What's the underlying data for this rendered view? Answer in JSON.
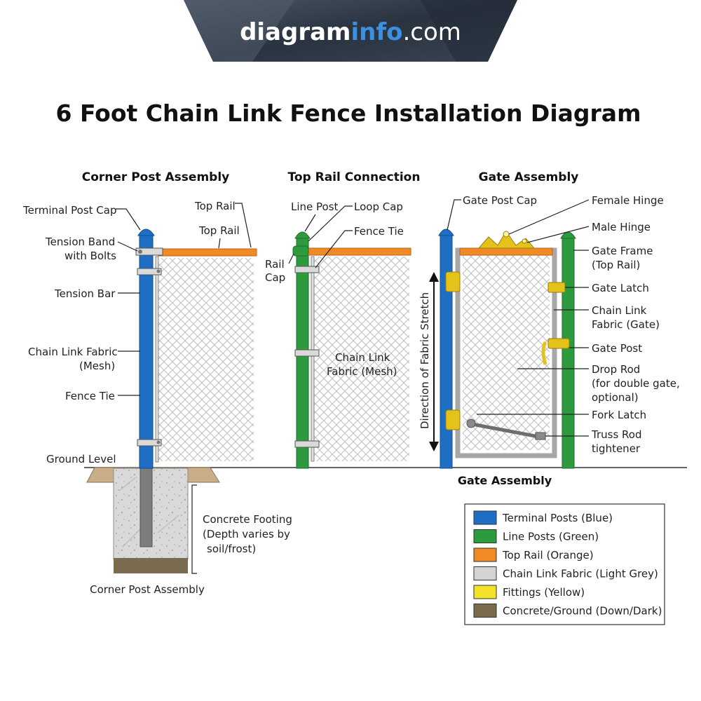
{
  "brand": {
    "part1": "diagram",
    "part2": "info",
    "part3": ".com"
  },
  "title": "6 Foot Chain Link Fence Installation Diagram",
  "sections": {
    "corner": "Corner Post Assembly",
    "toprail": "Top Rail Connection",
    "gate": "Gate Assembly"
  },
  "corner_labels": {
    "terminal_post_cap": "Terminal Post Cap",
    "tension_band_1": "Tension Band",
    "tension_band_2": "with Bolts",
    "tension_bar": "Tension Bar",
    "fabric_1": "Chain Link Fabric",
    "fabric_2": "(Mesh)",
    "fence_tie": "Fence Tie",
    "ground_level": "Ground Level",
    "top_rail_a": "Top Rail",
    "top_rail_b": "Top Rail",
    "concrete_1": "Concrete Footing",
    "concrete_2": "(Depth varies by",
    "concrete_3": "soil/frost)",
    "caption": "Corner Post Assembly"
  },
  "toprail_labels": {
    "line_post": "Line Post",
    "loop_cap": "Loop Cap",
    "fence_tie": "Fence Tie",
    "rail_cap_1": "Rail",
    "rail_cap_2": "Cap",
    "fabric_1": "Chain Link",
    "fabric_2": "Fabric (Mesh)"
  },
  "gate_labels": {
    "gate_post_cap": "Gate Post Cap",
    "female_hinge": "Female Hinge",
    "male_hinge": "Male Hinge",
    "gate_frame_1": "Gate Frame",
    "gate_frame_2": "(Top Rail)",
    "gate_latch": "Gate Latch",
    "fabric_gate_1": "Chain Link",
    "fabric_gate_2": "Fabric (Gate)",
    "gate_post": "Gate Post",
    "drop_rod_1": "Drop Rod",
    "drop_rod_2": "(for double gate,",
    "drop_rod_3": "optional)",
    "fork_latch": "Fork Latch",
    "truss_1": "Truss Rod",
    "truss_2": "tightener",
    "stretch": "Direction of Fabric Stretch",
    "caption": "Gate Assembly"
  },
  "legend": [
    {
      "label": "Terminal Posts (Blue)",
      "color": "#1e6fc4"
    },
    {
      "label": "Line Posts (Green)",
      "color": "#2e9a3e"
    },
    {
      "label": "Top Rail (Orange)",
      "color": "#f08a24"
    },
    {
      "label": "Chain Link Fabric (Light Grey)",
      "color": "#d4d4d4"
    },
    {
      "label": "Fittings (Yellow)",
      "color": "#f2e22a"
    },
    {
      "label": "Concrete/Ground (Down/Dark)",
      "color": "#7a6a4e"
    }
  ],
  "colors": {
    "terminal_post": "#1e6fc4",
    "line_post": "#2e9a3e",
    "top_rail": "#f08a24",
    "fabric": "#d4d4d4",
    "fitting": "#e5c21a",
    "concrete": "#d6d6d6",
    "soil": "#7a6a4e",
    "brand_accent": "#3d8fe0"
  }
}
